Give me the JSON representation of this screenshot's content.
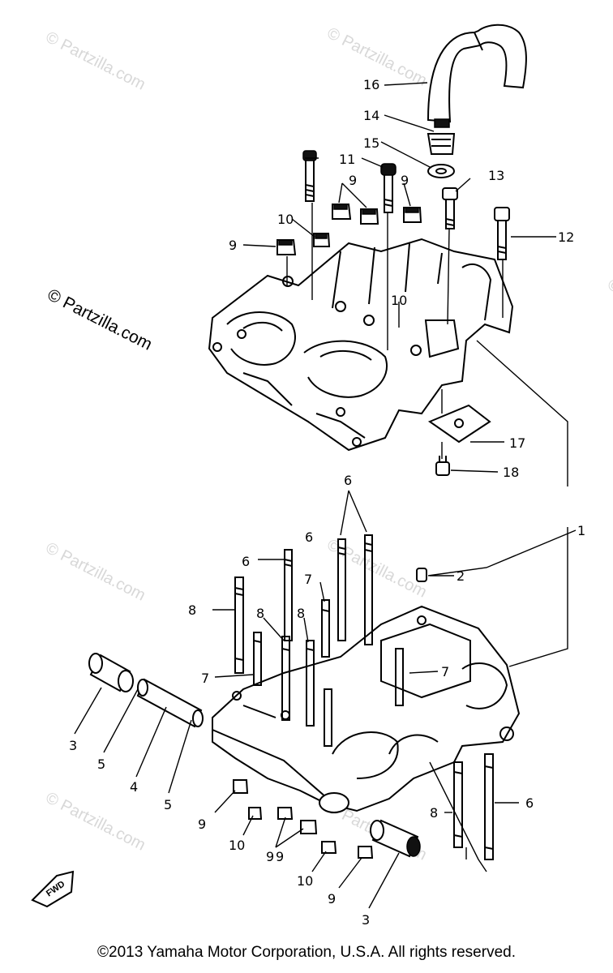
{
  "watermarks": [
    "© Partzilla.com",
    "© Partzilla.com",
    "© Partzilla.com",
    "© Partzilla.com",
    "© Partzilla.com",
    "© Partzilla.com",
    "© Partzilla.com",
    "© Partzilla.com"
  ],
  "callouts": [
    "1",
    "2",
    "3",
    "3",
    "4",
    "5",
    "5",
    "6",
    "6",
    "6",
    "6",
    "7",
    "7",
    "7",
    "8",
    "8",
    "8",
    "8",
    "9",
    "9",
    "9",
    "9",
    "9",
    "9",
    "9",
    "10",
    "10",
    "10",
    "10",
    "11",
    "12",
    "13",
    "14",
    "15",
    "16",
    "17",
    "18"
  ],
  "fwd_label": "FWD",
  "copyright": "©2013 Yamaha Motor Corporation, U.S.A. All rights reserved."
}
